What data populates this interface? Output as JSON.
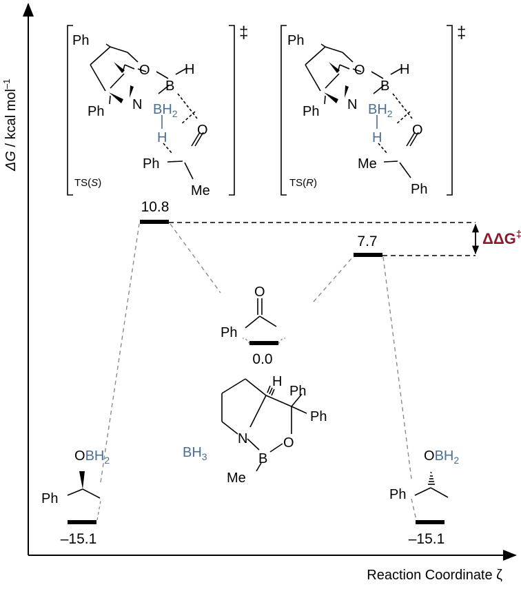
{
  "axes": {
    "y_label_a": "ΔG",
    "y_label_b": " / kcal mol",
    "y_label_sup": "–1",
    "x_label": "Reaction Coordinate ζ"
  },
  "levels": {
    "ts_s": "10.8",
    "ts_r": "7.7",
    "reactant": "0.0",
    "product_left": "–15.1",
    "product_right": "–15.1"
  },
  "ddg": {
    "label": "ΔΔG",
    "sup": "‡"
  },
  "transition_states": {
    "left": {
      "tag_prefix": "TS(",
      "tag_letter": "S",
      "tag_suffix": ")",
      "dagger": "‡"
    },
    "right": {
      "tag_prefix": "TS(",
      "tag_letter": "R",
      "tag_suffix": ")",
      "dagger": "‡"
    }
  },
  "atoms": {
    "ph": "Ph",
    "me": "Me",
    "o": "O",
    "b": "B",
    "n": "N",
    "h": "H",
    "bh": "BH",
    "two": "2",
    "three": "3",
    "obh": "OBH"
  },
  "colors": {
    "ink": "#000000",
    "boron_blue": "#4a6f91",
    "ddg_red": "#8b1a2b",
    "dash_gray": "#8a8a8a"
  }
}
